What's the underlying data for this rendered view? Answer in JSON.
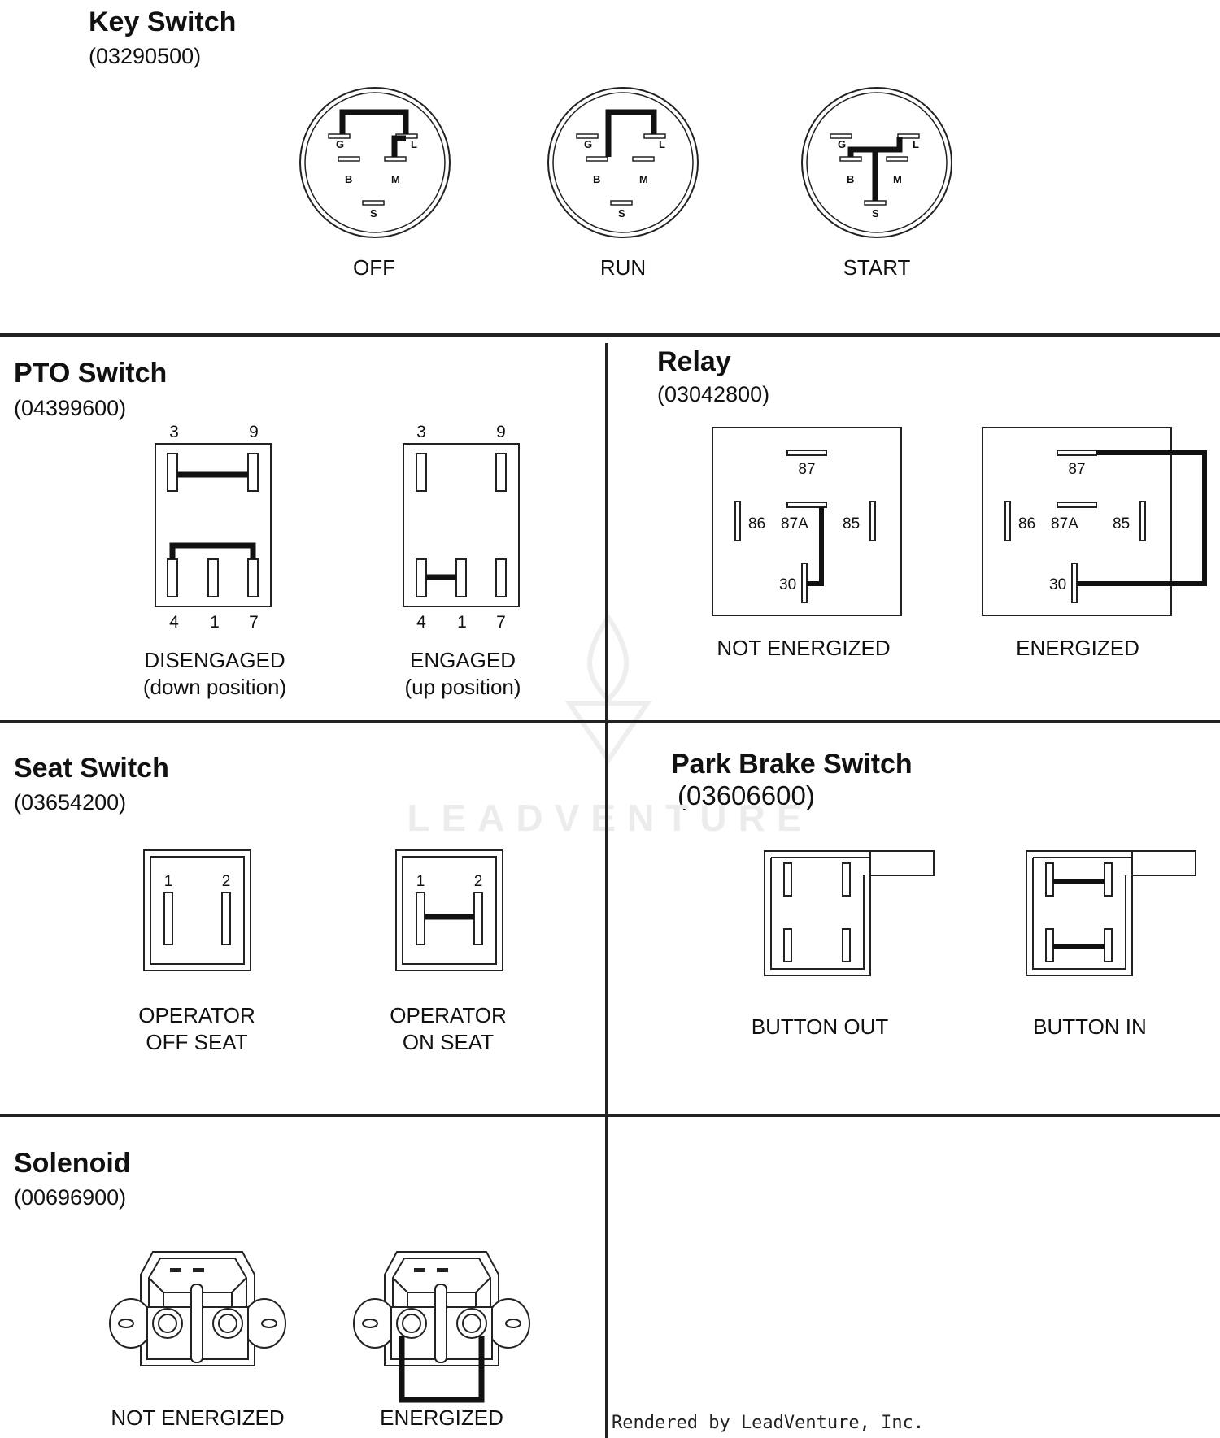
{
  "key_switch": {
    "title": "Key Switch",
    "part": "(03290500)",
    "terminals": [
      "G",
      "L",
      "B",
      "M",
      "S"
    ],
    "positions": [
      "OFF",
      "RUN",
      "START"
    ]
  },
  "pto_switch": {
    "title": "PTO Switch",
    "part": "(04399600)",
    "top_pins": [
      "3",
      "9"
    ],
    "bottom_pins": [
      "4",
      "1",
      "7"
    ],
    "states": [
      {
        "line1": "DISENGAGED",
        "line2": "(down position)"
      },
      {
        "line1": "ENGAGED",
        "line2": "(up position)"
      }
    ]
  },
  "relay": {
    "title": "Relay",
    "part": "(03042800)",
    "pins": [
      "87",
      "86",
      "87A",
      "85",
      "30"
    ],
    "states": [
      "NOT ENERGIZED",
      "ENERGIZED"
    ]
  },
  "seat_switch": {
    "title": "Seat Switch",
    "part": "(03654200)",
    "pins": [
      "1",
      "2"
    ],
    "states": [
      {
        "line1": "OPERATOR",
        "line2": "OFF SEAT"
      },
      {
        "line1": "OPERATOR",
        "line2": "ON SEAT"
      }
    ]
  },
  "park_brake_switch": {
    "title": "Park Brake Switch",
    "part": "(03606600)",
    "states": [
      "BUTTON OUT",
      "BUTTON IN"
    ]
  },
  "solenoid": {
    "title": "Solenoid",
    "part": "(00696900)",
    "states": [
      "NOT ENERGIZED",
      "ENERGIZED"
    ]
  },
  "watermark": "LEADVENTURE",
  "footer": "Rendered by LeadVenture, Inc."
}
